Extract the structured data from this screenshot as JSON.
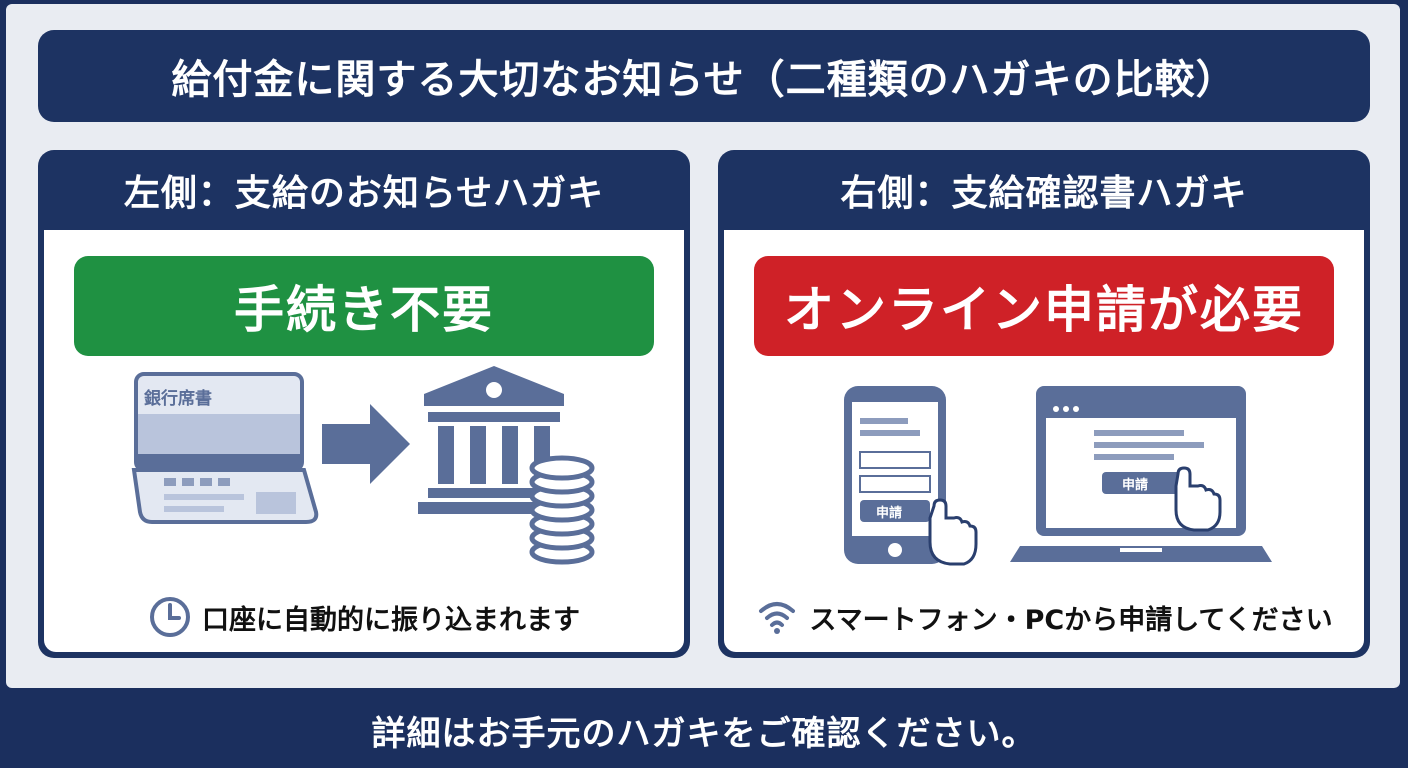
{
  "title": "給付金に関する大切なお知らせ（二種類のハガキの比較）",
  "left_panel": {
    "heading": "左側：支給のお知らせハガキ",
    "badge": "手続き不要",
    "passbook_label": "銀行席書",
    "caption": "口座に自動的に振り込まれます",
    "caption_icon": "clock-icon",
    "badge_color": "#1f9142"
  },
  "right_panel": {
    "heading": "右側：支給確認書ハガキ",
    "badge": "オンライン申請が必要",
    "phone_button": "申請",
    "laptop_button": "申請",
    "caption": "スマートフォン・PCから申請してください",
    "caption_icon": "wifi-icon",
    "badge_color": "#cf2127"
  },
  "footer": "詳細はお手元のハガキをご確認ください。",
  "colors": {
    "navy": "#1d3362",
    "icon": "#5a6e99",
    "icon_light": "#c9d2e6"
  }
}
